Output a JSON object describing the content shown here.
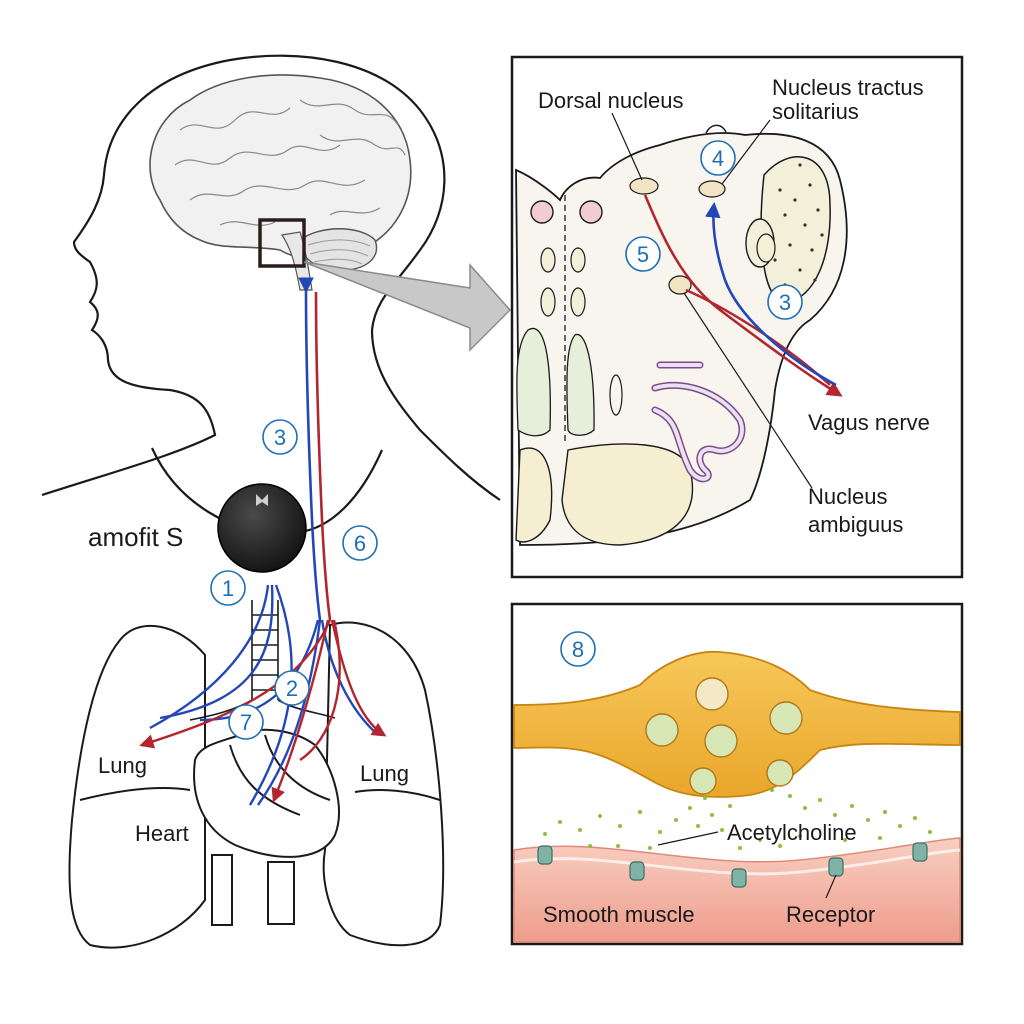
{
  "device_label": "amofit S",
  "body_labels": {
    "lung_left": "Lung",
    "lung_right": "Lung",
    "heart": "Heart"
  },
  "brainstem_panel": {
    "dorsal_nucleus": "Dorsal nucleus",
    "nts_line1": "Nucleus tractus",
    "nts_line2": "solitarius",
    "vagus_nerve": "Vagus nerve",
    "ambiguus_line1": "Nucleus",
    "ambiguus_line2": "ambiguus"
  },
  "synapse_panel": {
    "acetylcholine": "Acetylcholine",
    "smooth_muscle": "Smooth muscle",
    "receptor": "Receptor"
  },
  "step_markers": {
    "s1": "1",
    "s2": "2",
    "s3": "3",
    "s4": "4",
    "s5": "5",
    "s6": "6",
    "s7": "7",
    "s8": "8"
  },
  "colors": {
    "afferent_blue": "#2447b8",
    "efferent_red": "#b3262f",
    "marker_blue": "#1f6fb5",
    "neuron_orange": "#f2b233",
    "muscle_pink": "#f2b6a6"
  }
}
